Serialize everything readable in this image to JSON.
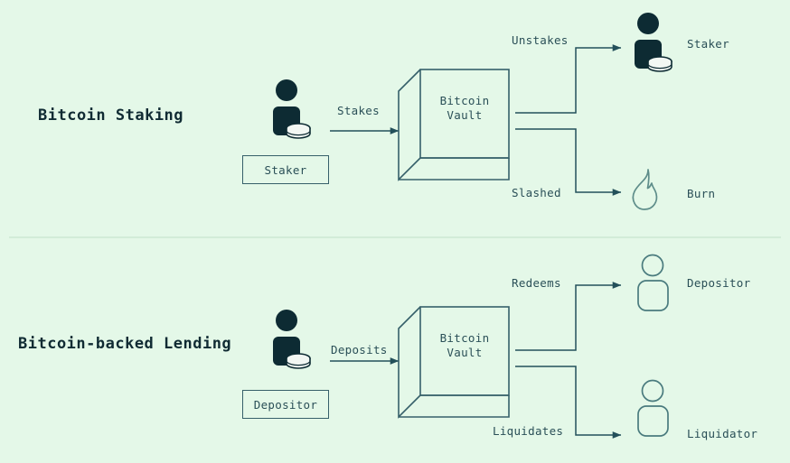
{
  "theme": {
    "background": "#e4f8e8",
    "ink": "#12323a",
    "line": "#36606a",
    "muted_text": "#2a4f57",
    "filled_person": "#0d2b33",
    "coin_fill": "#f2f7f3",
    "divider": "#cbe8d2"
  },
  "sections": [
    {
      "id": "staking",
      "title": "Bitcoin Staking",
      "source": {
        "icon": "person-with-coins-icon",
        "box_label": "Staker"
      },
      "inflow_label": "Stakes",
      "vault": {
        "line1": "Bitcoin",
        "line2": "Vault",
        "text": "Bitcoin\nVault"
      },
      "outflows": [
        {
          "label": "Unstakes",
          "target_label": "Staker",
          "target_icon": "person-with-coins-icon"
        },
        {
          "label": "Slashed",
          "target_label": "Burn",
          "target_icon": "flame-icon"
        }
      ]
    },
    {
      "id": "lending",
      "title": "Bitcoin-backed Lending",
      "source": {
        "icon": "person-with-coins-icon",
        "box_label": "Depositor"
      },
      "inflow_label": "Deposits",
      "vault": {
        "line1": "Bitcoin",
        "line2": "Vault",
        "text": "Bitcoin\nVault"
      },
      "outflows": [
        {
          "label": "Redeems",
          "target_label": "Depositor",
          "target_icon": "person-outline-icon"
        },
        {
          "label": "Liquidates",
          "target_label": "Liquidator",
          "target_icon": "person-outline-icon"
        }
      ]
    }
  ]
}
